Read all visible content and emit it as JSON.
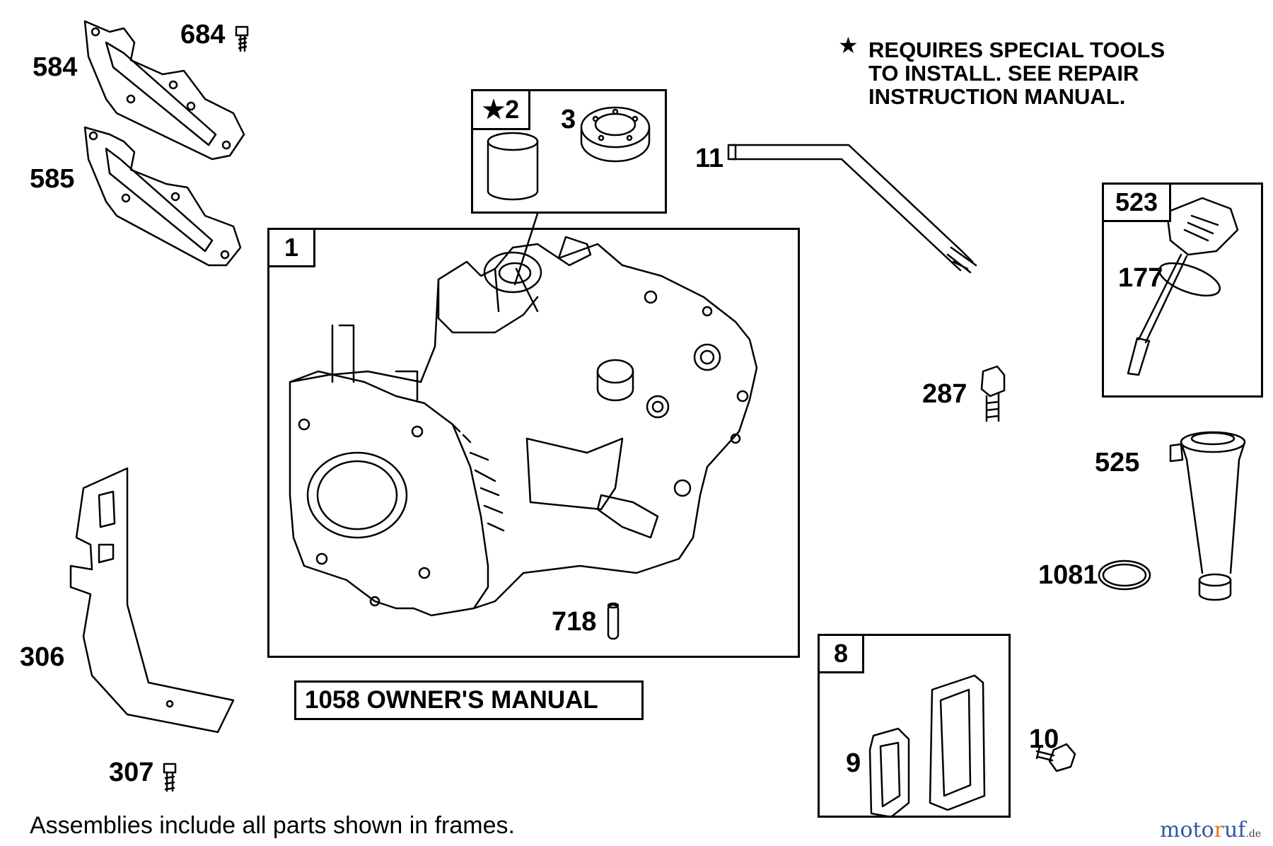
{
  "note": {
    "star": "★",
    "lines": [
      "REQUIRES SPECIAL TOOLS",
      "TO INSTALL.  SEE REPAIR",
      "INSTRUCTION MANUAL."
    ]
  },
  "frames": {
    "cylinder_block": "1",
    "bearing_kit": "★2",
    "dipstick_assy": "523",
    "breather_assy": "8"
  },
  "labels": {
    "p584": "584",
    "p684": "684",
    "p585": "585",
    "p3": "3",
    "p11": "11",
    "p177": "177",
    "p287": "287",
    "p525": "525",
    "p1081": "1081",
    "p718": "718",
    "p306": "306",
    "p307": "307",
    "p9": "9",
    "p10": "10"
  },
  "manual_label": "1058 OWNER'S MANUAL",
  "footer": "Assemblies include all parts shown in frames.",
  "watermark": {
    "part1": "moto",
    "part2": "r",
    "part3": "uf",
    "suffix": ".de"
  },
  "colors": {
    "line": "#000000",
    "background": "#ffffff",
    "watermark_blue": "#2e5aa8",
    "watermark_orange": "#e07a1f"
  }
}
